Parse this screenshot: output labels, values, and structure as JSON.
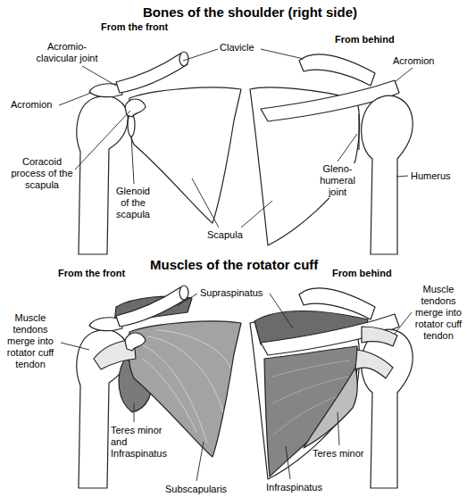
{
  "diagram": {
    "title": "Bones of the shoulder (right side)",
    "labels": [
      "From the front",
      "From behind",
      "Acromio- clavicular joint",
      "Clavicle",
      "Acromion",
      "Acromion",
      "Coracoid process of the scapula",
      "Glenoid of the scapula",
      "Gleno- humeral joint",
      "Humerus",
      "Scapula",
      "Muscles of the rotator cuff",
      "From the front",
      "From behind",
      "Supraspinatus",
      "Muscle tendons merge into rotator cuff tendon",
      "Muscle tendons merge into rotator cuff tendon",
      "Teres minor and Infraspinatus",
      "Teres minor",
      "Subscapularis",
      "Infraspinatus"
    ]
  }
}
